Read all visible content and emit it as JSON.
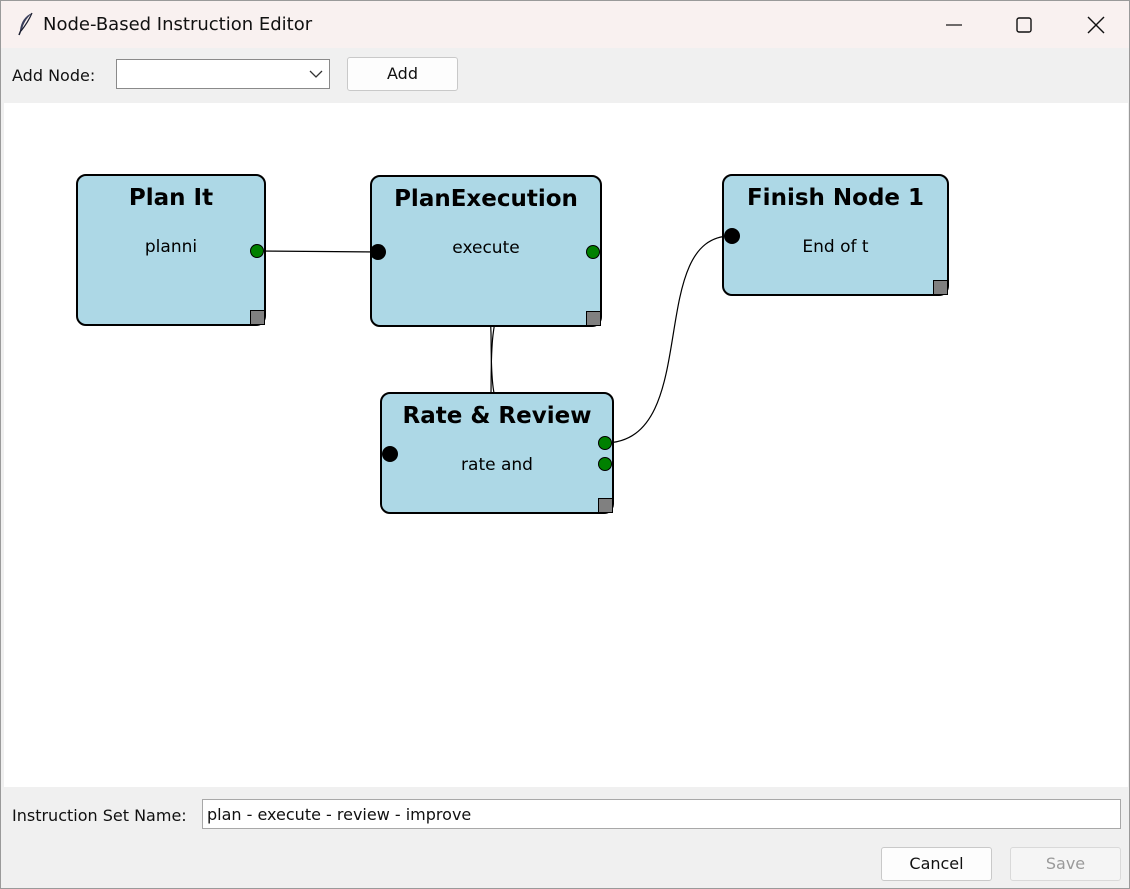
{
  "window": {
    "title": "Node-Based Instruction Editor",
    "icon": "feather-icon"
  },
  "toolbar": {
    "add_node_label": "Add Node:",
    "node_type_selected": "",
    "add_button": "Add"
  },
  "nodes": [
    {
      "id": "plan-it",
      "title": "Plan It",
      "description": "planni"
    },
    {
      "id": "plan-execution",
      "title": "PlanExecution",
      "description": "execute"
    },
    {
      "id": "finish-node-1",
      "title": "Finish Node 1",
      "description": "End of t"
    },
    {
      "id": "rate-review",
      "title": "Rate & Review",
      "description": "rate and"
    }
  ],
  "connections": [
    {
      "from": "Plan It",
      "to": "PlanExecution"
    },
    {
      "from": "PlanExecution",
      "to": "Rate & Review"
    },
    {
      "from": "Rate & Review",
      "to": "PlanExecution"
    },
    {
      "from": "Rate & Review",
      "to": "Finish Node 1"
    }
  ],
  "footer": {
    "name_label": "Instruction Set Name:",
    "name_value": "plan - execute - review - improve",
    "cancel_button": "Cancel",
    "save_button": "Save"
  },
  "colors": {
    "node_fill": "#add8e6",
    "output_port": "#008000",
    "input_port": "#000000",
    "resize_handle": "#808080"
  }
}
